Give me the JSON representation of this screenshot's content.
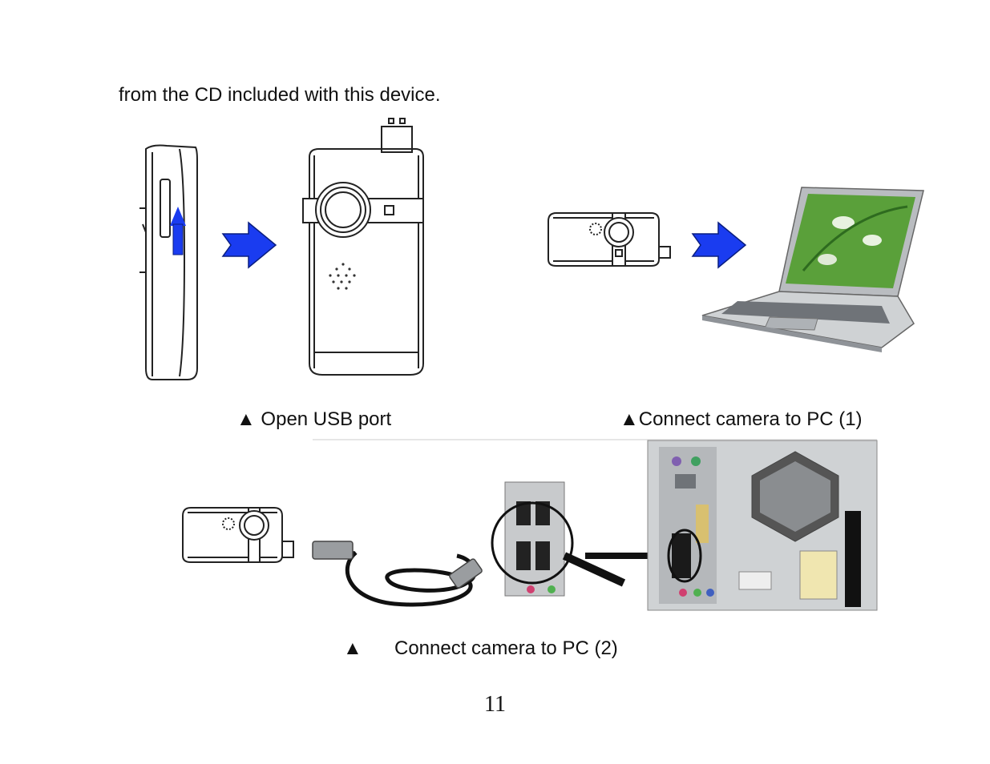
{
  "intro_text": "from the CD included with this device.",
  "captions": {
    "open_usb": "▲ Open USB port",
    "connect_pc_1": "▲Connect camera to PC (1)",
    "connect_pc_2_marker": "▲",
    "connect_pc_2": "Connect camera to PC (2)"
  },
  "page_number": "11",
  "colors": {
    "arrow_blue": "#1a3cf0",
    "screen_green": "#5aa03a",
    "tower_gray": "#cfd2d4",
    "laptop_silver": "#b9bcc0"
  }
}
